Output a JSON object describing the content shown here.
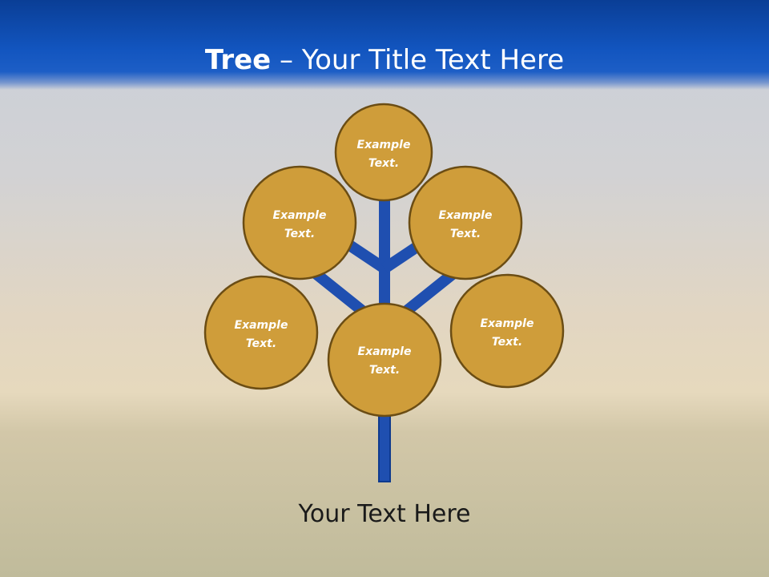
{
  "slide": {
    "title_bold": "Tree",
    "title_sep": " – ",
    "title_rest": "Your Title Text Here",
    "caption": "Your Text Here"
  },
  "tree": {
    "colors": {
      "trunk": "#1f4fb0",
      "node_fill": "#cf9d3a",
      "node_stroke": "#6b4d14",
      "text": "#ffffff"
    },
    "nodes": [
      {
        "line1": "Example",
        "line2": "Text."
      },
      {
        "line1": "Example",
        "line2": "Text."
      },
      {
        "line1": "Example",
        "line2": "Text."
      },
      {
        "line1": "Example",
        "line2": "Text."
      },
      {
        "line1": "Example",
        "line2": "Text."
      },
      {
        "line1": "Example",
        "line2": "Text."
      }
    ]
  }
}
